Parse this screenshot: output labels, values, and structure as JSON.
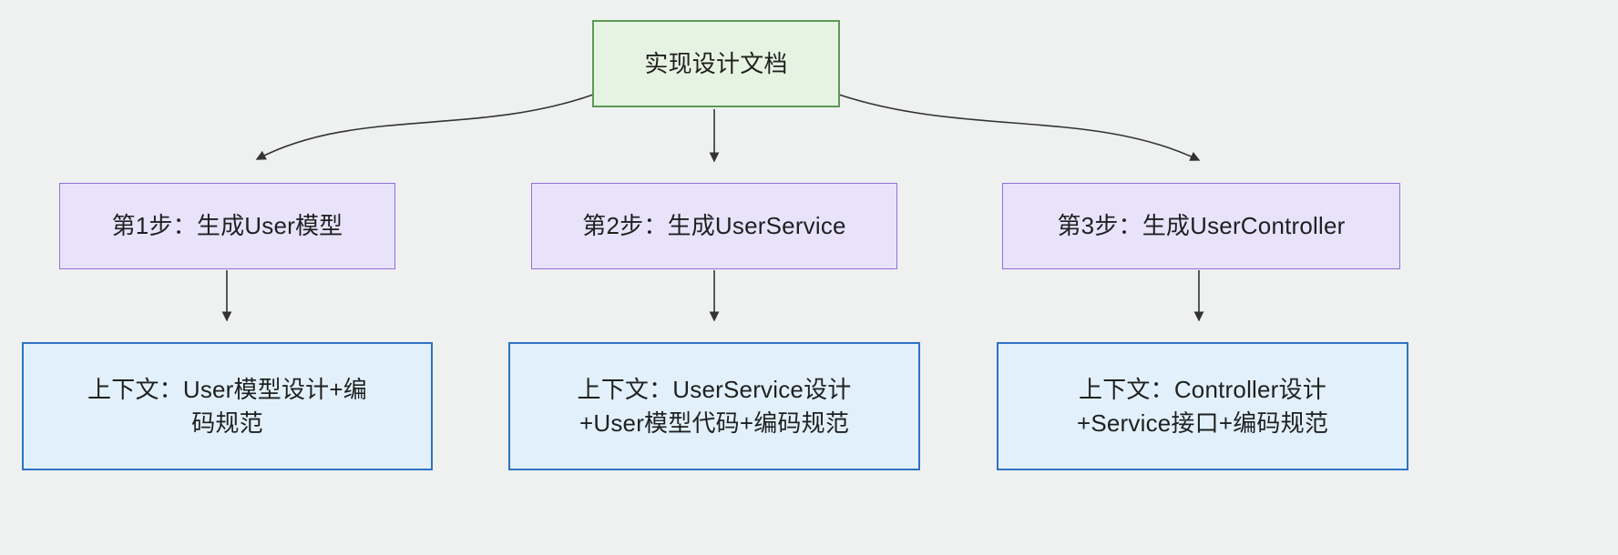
{
  "diagram": {
    "title_node": {
      "id": "root",
      "label": "实现设计文档",
      "fill": "#e7f3e2",
      "stroke": "#5a9b55"
    },
    "steps": [
      {
        "id": "step1",
        "label": "第1步：生成User模型",
        "fill": "#e8e3fb",
        "stroke": "#9370db"
      },
      {
        "id": "step2",
        "label": "第2步：生成UserService",
        "fill": "#e8e3fb",
        "stroke": "#9370db"
      },
      {
        "id": "step3",
        "label": "第3步：生成UserController",
        "fill": "#e8e3fb",
        "stroke": "#9370db"
      }
    ],
    "contexts": [
      {
        "id": "ctx1",
        "label": "上下文：User模型设计+编\n码规范",
        "fill": "#e2f0fb",
        "stroke": "#2f72c4"
      },
      {
        "id": "ctx2",
        "label": "上下文：UserService设计\n+User模型代码+编码规范",
        "fill": "#e2f0fb",
        "stroke": "#2f72c4"
      },
      {
        "id": "ctx3",
        "label": "上下文：Controller设计\n+Service接口+编码规范",
        "fill": "#e2f0fb",
        "stroke": "#2f72c4"
      }
    ],
    "edges": [
      {
        "from": "root",
        "to": "step1",
        "style": "curved"
      },
      {
        "from": "root",
        "to": "step2",
        "style": "straight"
      },
      {
        "from": "root",
        "to": "step3",
        "style": "curved"
      },
      {
        "from": "step1",
        "to": "ctx1",
        "style": "straight"
      },
      {
        "from": "step2",
        "to": "ctx2",
        "style": "straight"
      },
      {
        "from": "step3",
        "to": "ctx3",
        "style": "straight"
      }
    ],
    "background": "#eff0f0",
    "edge_color": "#333333"
  }
}
